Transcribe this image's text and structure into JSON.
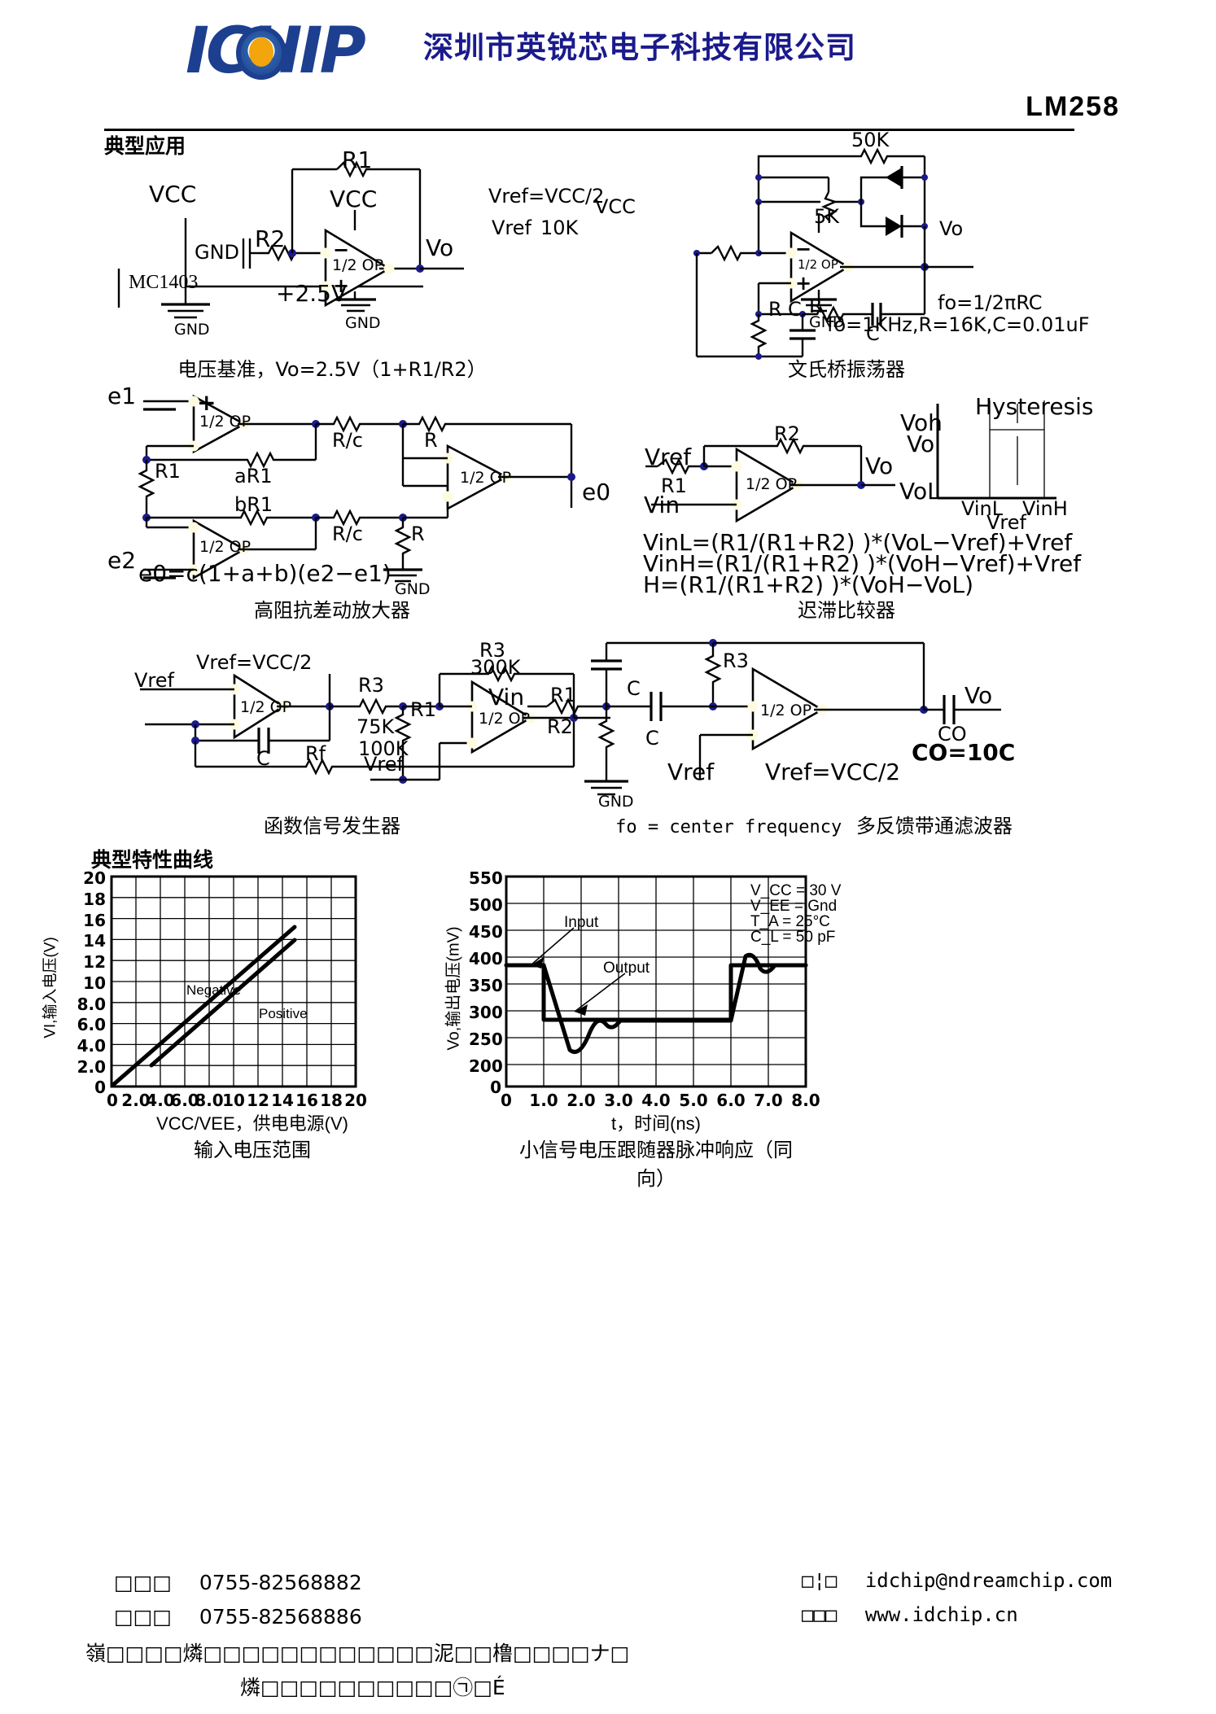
{
  "header": {
    "logo_text": "ICHIP",
    "logo_icon": "ichip-logo",
    "company_cn": "深圳市英锐芯电子科技有限公司",
    "part_number": "LM258"
  },
  "sections": {
    "typical_applications": "典型应用",
    "typical_curves": "典型特性曲线"
  },
  "circuits": [
    {
      "id": "voltage-reference",
      "caption": "电压基准，Vo=2.5V（1+R1/R2）",
      "labels": {
        "vcc": "VCC",
        "device": "MC1403",
        "gnd1": "GND",
        "gnd2": "GND",
        "gnd3": "GND",
        "r1": "R1",
        "r2": "R2",
        "vcc2": "VCC",
        "opamp": "1/2 OP",
        "ref": "+2.5V",
        "vo": "Vo",
        "minus": "−",
        "plus": "+"
      }
    },
    {
      "id": "wien-bridge-oscillator",
      "caption": "文氏桥振荡器",
      "labels": {
        "r50k": "50K",
        "r5k": "5K",
        "vref_eq": "Vref=VCC/2",
        "vref": "Vref",
        "r10k": "10K",
        "vcc": "VCC",
        "opamp": "1/2 OP",
        "gnd": "GND",
        "vo": "Vo",
        "r_series": "R",
        "c_series": "C",
        "r_shunt": "R",
        "c_shunt": "C",
        "formula1": "fo=1/2πRC",
        "formula2": "fo=1KHz,R=16K,C=0.01uF",
        "minus": "−",
        "plus": "+"
      }
    },
    {
      "id": "high-impedance-differential-amplifier",
      "caption": "高阻抗差动放大器",
      "labels": {
        "e1": "e1",
        "e2": "e2",
        "e0": "e0",
        "r1": "R1",
        "ar1": "aR1",
        "br1": "bR1",
        "rc_top": "R/c",
        "rc_bot": "R/c",
        "r_top": "R",
        "r_bot": "R",
        "opamp": "1/2 OP",
        "gnd": "GND",
        "formula": "e0=c(1+a+b)(e2−e1)"
      }
    },
    {
      "id": "hysteresis-comparator",
      "caption": "迟滞比较器",
      "labels": {
        "vref": "Vref",
        "vin": "Vin",
        "r1": "R1",
        "r2": "R2",
        "vo": "Vo",
        "opamp": "1/2 OP",
        "plot_title": "Hysteresis",
        "voh": "Voh",
        "vo_axis": "Vo",
        "vol": "VoL",
        "vinl": "VinL",
        "vinh": "VinH",
        "vref_axis": "Vref",
        "formula1": "VinL=(R1/(R1+R2) )*(VoL−Vref)+Vref",
        "formula2": "VinH=(R1/(R1+R2) )*(VoH−Vref)+Vref",
        "formula3": "H=(R1/(R1+R2) )*(VoH−VoL)"
      }
    },
    {
      "id": "function-generator",
      "caption": "函数信号发生器",
      "labels": {
        "vref_eq": "Vref=VCC/2",
        "vref_in": "Vref",
        "vref_mid": "Vref",
        "c": "C",
        "rf": "Rf",
        "r3a": "R3",
        "r3a_val": "75K",
        "r1": "R1",
        "r1_val": "100K",
        "r3b": "R3",
        "r3b_val": "300K",
        "opamp": "1/2 OP"
      }
    },
    {
      "id": "multiple-feedback-bandpass-filter",
      "caption": "多反馈带通滤波器",
      "caption_prefix": "fo = center frequency",
      "labels": {
        "vin": "Vin",
        "r1": "R1",
        "r2": "R2",
        "r3": "R3",
        "c_top": "C",
        "c_series": "C",
        "vo": "Vo",
        "co": "CO",
        "co_eq": "CO=10C",
        "vref": "Vref",
        "vref_eq": "Vref=VCC/2",
        "gnd": "GND",
        "opamp": "1/2 OP"
      }
    }
  ],
  "chart_data": [
    {
      "type": "line",
      "id": "input-voltage-range",
      "title": "输入电压范围",
      "xlabel": "VCC/VEE，供电电源(V)",
      "ylabel": "VI,输入电压(V)",
      "xlim": [
        0,
        20
      ],
      "ylim": [
        0,
        20
      ],
      "xticks": [
        "0",
        "2.0",
        "4.0",
        "6.0",
        "8.0",
        "10",
        "12",
        "14",
        "16",
        "18",
        "20"
      ],
      "yticks": [
        "0",
        "2.0",
        "4.0",
        "6.0",
        "8.0",
        "10",
        "12",
        "14",
        "16",
        "18",
        "20"
      ],
      "grid": true,
      "series": [
        {
          "name": "Negative",
          "x": [
            0.2,
            15.0
          ],
          "y": [
            0.2,
            15.2
          ]
        },
        {
          "name": "Positive",
          "x": [
            3.3,
            15.0
          ],
          "y": [
            2.0,
            14.0
          ]
        }
      ],
      "annotations": [
        "Negative",
        "Positive"
      ]
    },
    {
      "type": "line",
      "id": "small-signal-follower-pulse-response",
      "title": "小信号电压跟随器脉冲响应（同向）",
      "xlabel": "t，时间(ns)",
      "ylabel": "Vo,输出电压(mV)",
      "xlim": [
        0,
        8
      ],
      "ylim": [
        0,
        550
      ],
      "xticks": [
        "0",
        "1.0",
        "2.0",
        "3.0",
        "4.0",
        "5.0",
        "6.0",
        "7.0",
        "8.0"
      ],
      "yticks": [
        "0",
        "200",
        "250",
        "300",
        "350",
        "400",
        "450",
        "500",
        "550"
      ],
      "grid": true,
      "series": [
        {
          "name": "Input",
          "x": [
            0,
            1.0,
            1.0,
            6.0,
            6.0,
            8.0
          ],
          "y": [
            385,
            385,
            283,
            283,
            385,
            385
          ]
        },
        {
          "name": "Output",
          "x": [
            0,
            1.0,
            1.6,
            2.15,
            2.55,
            2.9,
            6.0,
            6.5,
            6.9,
            7.2,
            8.0
          ],
          "y": [
            385,
            385,
            245,
            298,
            275,
            285,
            285,
            403,
            377,
            387,
            387
          ]
        }
      ],
      "annotations": [
        "Input",
        "Output"
      ],
      "conditions": [
        "V_CC = 30 V",
        "V_EE = Gnd",
        "T_A = 25°C",
        "C_L = 50 pF"
      ],
      "conditions_display": [
        {
          "sym": "V",
          "sub": "CC",
          "val": "= 30 V"
        },
        {
          "sym": "V",
          "sub": "EE",
          "val": "= Gnd"
        },
        {
          "sym": "T",
          "sub": "A",
          "val": "= 25°C"
        },
        {
          "sym": "C",
          "sub": "L",
          "val": "= 50 pF"
        }
      ]
    }
  ],
  "footer": {
    "left": [
      {
        "label": "□□□",
        "value": "0755-82568882"
      },
      {
        "label": "□□□",
        "value": "0755-82568886"
      }
    ],
    "right": [
      {
        "label": "□¦□",
        "value": "idchip@ndreamchip.com"
      },
      {
        "label": "□□□",
        "value": "www.idchip.cn"
      }
    ],
    "address_line1": "嶺□□□□燐□□□□□□□□□□□□泥□□橹□□□□ナ□",
    "address_line2": "燐□□□□□□□□□□㉠□É"
  }
}
